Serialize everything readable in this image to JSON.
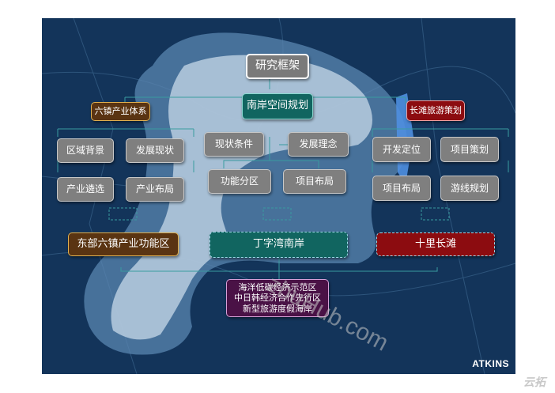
{
  "root": "研究框架",
  "branches": {
    "left": {
      "title": "六镇产业体系",
      "items": [
        "区域背景",
        "发展现状",
        "产业遴选",
        "产业布局"
      ],
      "result": "东部六镇产业功能区"
    },
    "middle": {
      "title": "南岸空间规划",
      "items": [
        "现状条件",
        "发展理念",
        "功能分区",
        "项目布局"
      ],
      "result": "丁字湾南岸"
    },
    "right": {
      "title": "长滩旅游策划",
      "items": [
        "开发定位",
        "项目策划",
        "项目布局",
        "游线规划"
      ],
      "result": "十里长滩"
    }
  },
  "final": {
    "lines": [
      "海洋低碳经济示范区",
      "中日韩经济合作先行区",
      "新型旅游度假海岸"
    ]
  },
  "brand": "ATKINS",
  "watermark": "zhuHub.com",
  "corner_mark": "云拓",
  "colors": {
    "background": "#13345a",
    "left_accent": "#5a3412",
    "middle_accent": "#116560",
    "right_accent": "#8c0c10",
    "final_accent": "#4a1246"
  }
}
